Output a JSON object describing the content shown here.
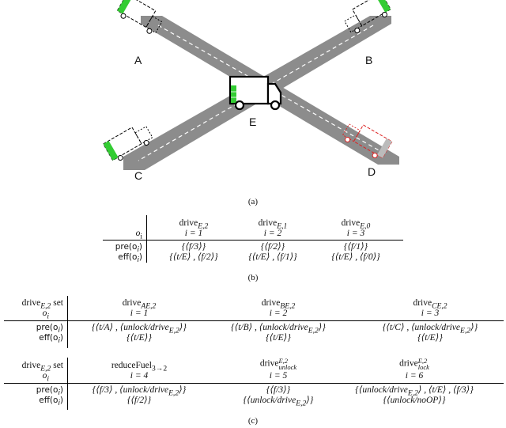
{
  "diagram": {
    "locations": [
      "A",
      "B",
      "C",
      "D",
      "E"
    ],
    "colors": {
      "road": "#8c8c8c",
      "lane": "#ffffff",
      "fuel": "#33cc33",
      "locked": "#dd2222",
      "truck": "#000000"
    }
  },
  "captions": {
    "a": "(a)",
    "b": "(b)",
    "c": "(c)"
  },
  "table_b": {
    "header_col": "o",
    "header_sub": "i",
    "row_labels": [
      "pre(o",
      "eff(o"
    ],
    "cols": [
      {
        "op": "drive",
        "op_sub": "E,2",
        "i": "i = 1",
        "pre": "{⟨f/3⟩}",
        "eff": "{⟨t/E⟩ , ⟨f/2⟩}"
      },
      {
        "op": "drive",
        "op_sub": "E,1",
        "i": "i = 2",
        "pre": "{⟨f/2⟩}",
        "eff": "{⟨t/E⟩ , ⟨f/1⟩}"
      },
      {
        "op": "drive",
        "op_sub": "E,0",
        "i": "i = 3",
        "pre": "{⟨f/1⟩}",
        "eff": "{⟨t/E⟩ , ⟨f/0⟩}"
      }
    ]
  },
  "table_c1": {
    "set_label": "drive",
    "set_sub": "E,2",
    "set_suffix": " set",
    "header_col": "o",
    "header_sub": "i",
    "cols": [
      {
        "op": "drive",
        "op_sub": "AE,2",
        "i": "i = 1",
        "pre": "{⟨t/A⟩ , ⟨unlock/drive",
        "pre_sub": "E,2",
        "pre_end": "⟩}",
        "eff": "{⟨t/E⟩}"
      },
      {
        "op": "drive",
        "op_sub": "BE,2",
        "i": "i = 2",
        "pre": "{⟨t/B⟩ , ⟨unlock/drive",
        "pre_sub": "E,2",
        "pre_end": "⟩}",
        "eff": "{⟨t/E⟩}"
      },
      {
        "op": "drive",
        "op_sub": "CE,2",
        "i": "i = 3",
        "pre": "{⟨t/C⟩ , ⟨unlock/drive",
        "pre_sub": "E,2",
        "pre_end": "⟩}",
        "eff": "{⟨t/E⟩}"
      }
    ]
  },
  "table_c2": {
    "set_label": "drive",
    "set_sub": "E,2",
    "set_suffix": " set",
    "header_col": "o",
    "header_sub": "i",
    "cols": [
      {
        "op": "reduceFuel",
        "op_sub": "3→2",
        "op_sup": "",
        "i": "i = 4",
        "pre": "{⟨f/3⟩ , ⟨unlock/drive",
        "pre_sub": "E,2",
        "pre_end": "⟩}",
        "eff": "{⟨f/2⟩}",
        "eff_sub": "",
        "eff_end": ""
      },
      {
        "op": "drive",
        "op_sub": "unlock",
        "op_sup": "E,2",
        "i": "i = 5",
        "pre": "{⟨f/3⟩}",
        "pre_sub": "",
        "pre_end": "",
        "eff": "{⟨unlock/drive",
        "eff_sub": "E,2",
        "eff_end": "⟩}"
      },
      {
        "op": "drive",
        "op_sub": "lock",
        "op_sup": "E,2",
        "i": "i = 6",
        "pre": "{⟨unlock/drive",
        "pre_sub": "E,2",
        "pre_end": "⟩ , ⟨t/E⟩ , ⟨f/3⟩}",
        "eff": "{⟨unlock/noOP⟩}",
        "eff_sub": "",
        "eff_end": ""
      }
    ]
  }
}
